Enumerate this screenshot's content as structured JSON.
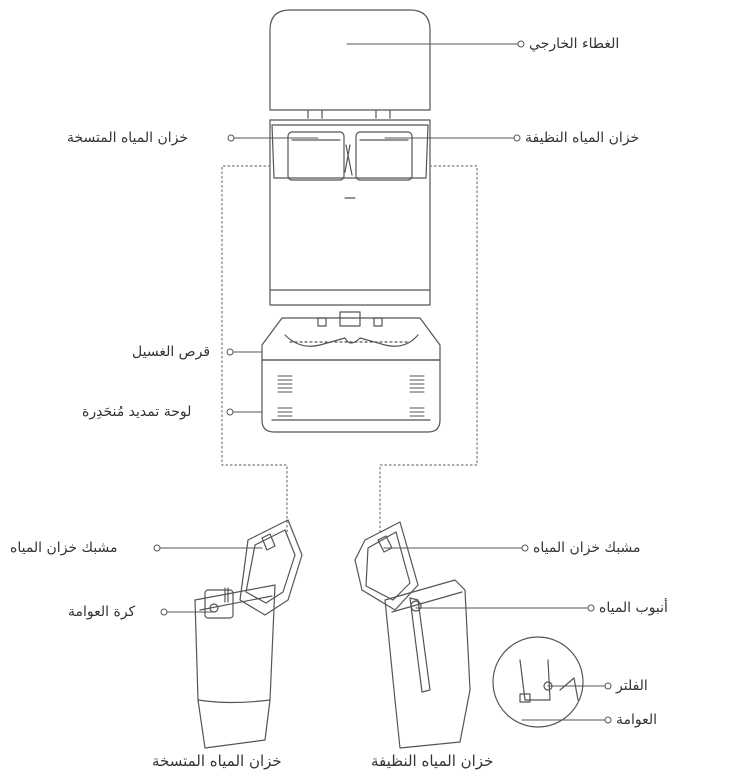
{
  "labels": {
    "outer_cover": "الغطاء الخارجي",
    "clean_tank_top": "خزان المياه النظيفة",
    "dirty_tank_top": "خزان المياه المتسخة",
    "washing_tray": "قرص الغسيل",
    "ramp_extension": "لوحة تمديد مُنحَدِرة",
    "dirty_tank_clip": "مشبك خزان المياه",
    "clean_tank_clip": "مشبك خزان المياه",
    "float_ball": "كرة العوامة",
    "water_tube": "أنبوب المياه",
    "filter": "الفلتر",
    "float": "العوامة",
    "dirty_tank_caption": "خزان المياه المتسخة",
    "clean_tank_caption": "خزان المياه النظيفة"
  },
  "colors": {
    "line": "#555555",
    "text": "#333333"
  }
}
